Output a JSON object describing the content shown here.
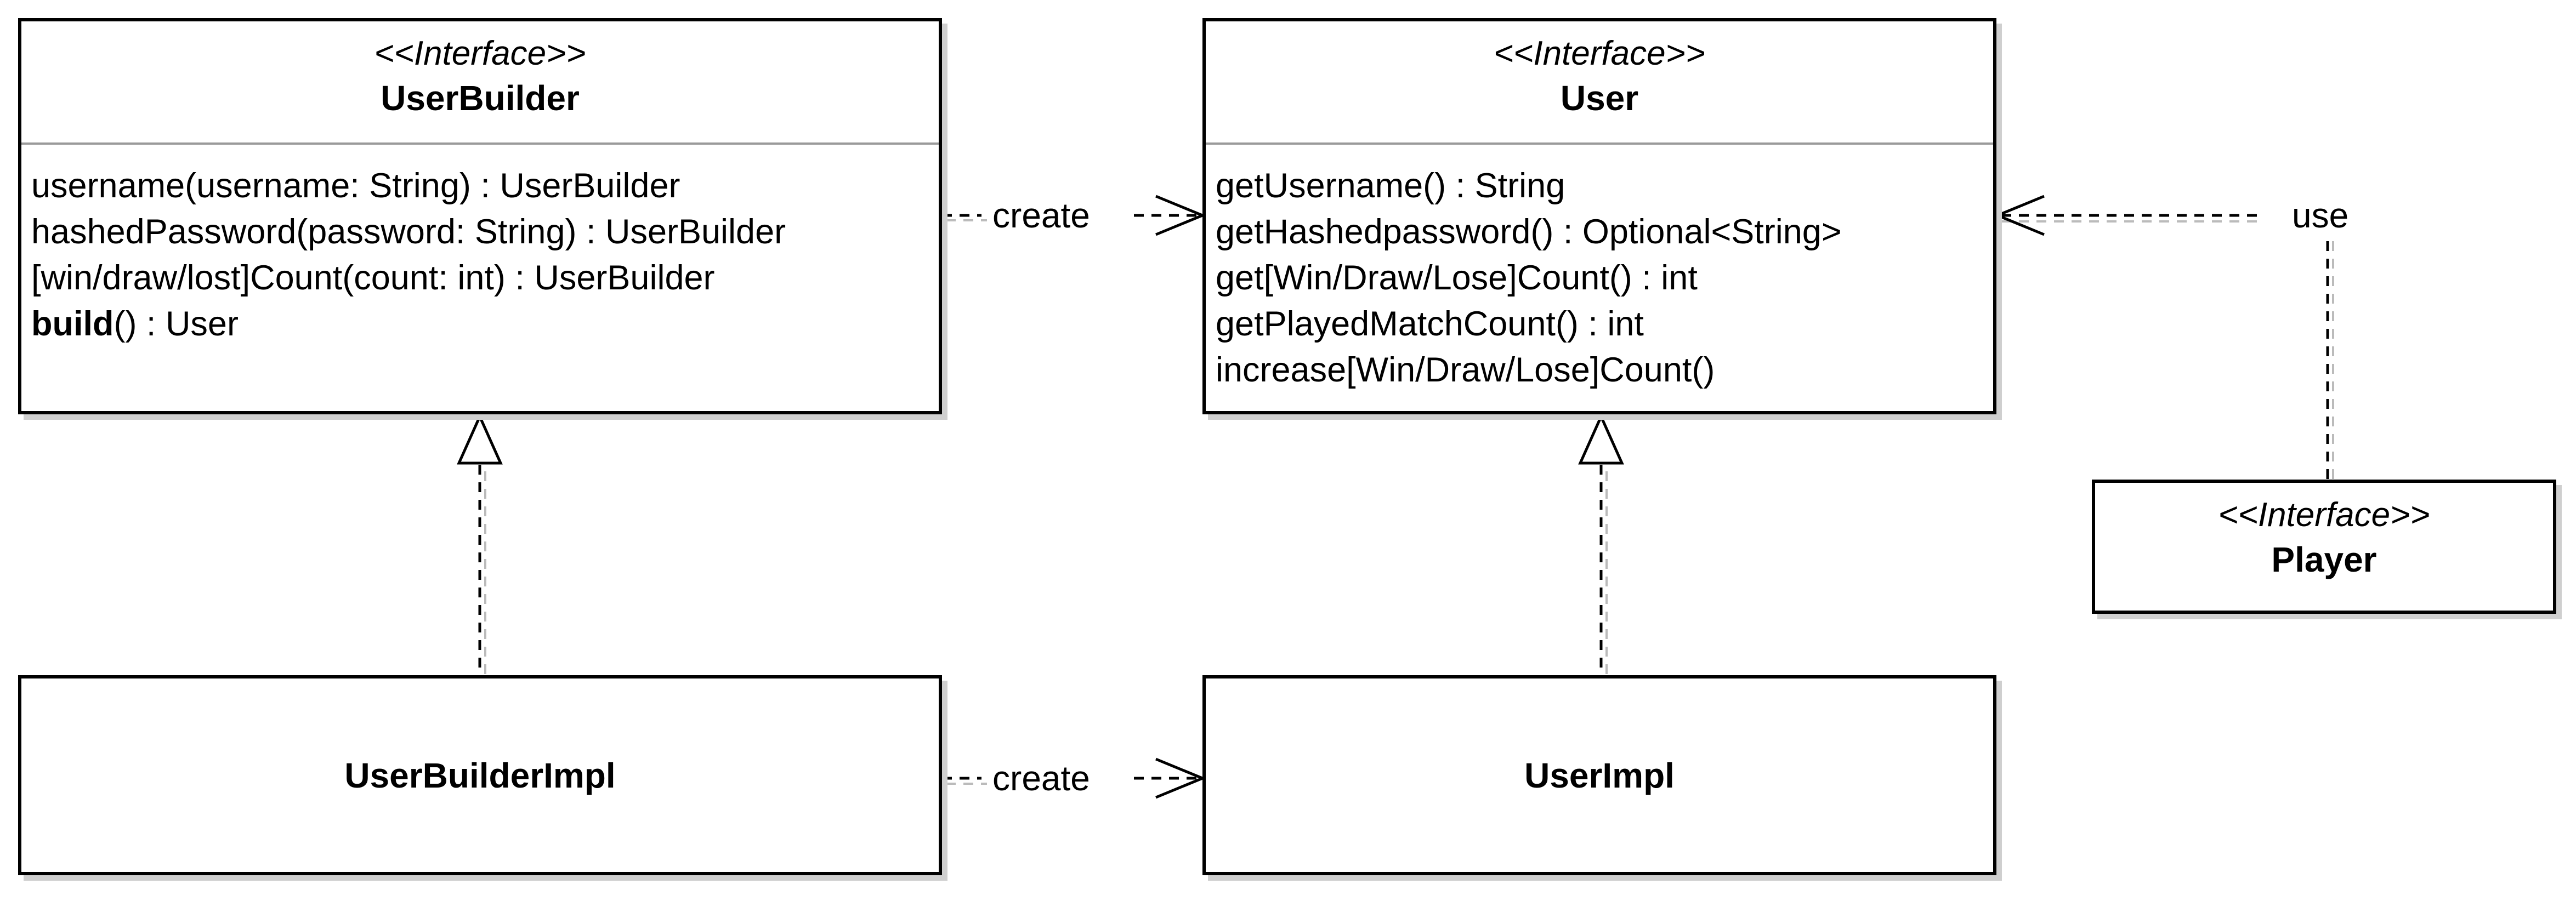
{
  "classes": {
    "user_builder": {
      "stereotype": "<<Interface>>",
      "name": "UserBuilder",
      "operations": [
        {
          "text": "username(username: String) : UserBuilder"
        },
        {
          "text": "hashedPassword(password: String) : UserBuilder"
        },
        {
          "text": "[win/draw/lost]Count(count: int) : UserBuilder"
        },
        {
          "bold": "build",
          "rest": "() : User"
        }
      ]
    },
    "user": {
      "stereotype": "<<Interface>>",
      "name": "User",
      "operations": [
        {
          "text": "getUsername() : String"
        },
        {
          "text": "getHashedpassword() : Optional<String>"
        },
        {
          "text": "get[Win/Draw/Lose]Count() : int"
        },
        {
          "text": "getPlayedMatchCount() : int"
        },
        {
          "text": "increase[Win/Draw/Lose]Count()"
        }
      ]
    },
    "player": {
      "stereotype": "<<Interface>>",
      "name": "Player"
    },
    "user_builder_impl": {
      "name": "UserBuilderImpl"
    },
    "user_impl": {
      "name": "UserImpl"
    }
  },
  "relations": {
    "builder_creates_user": "create",
    "impl_creates_impl": "create",
    "player_uses_user": "use"
  }
}
